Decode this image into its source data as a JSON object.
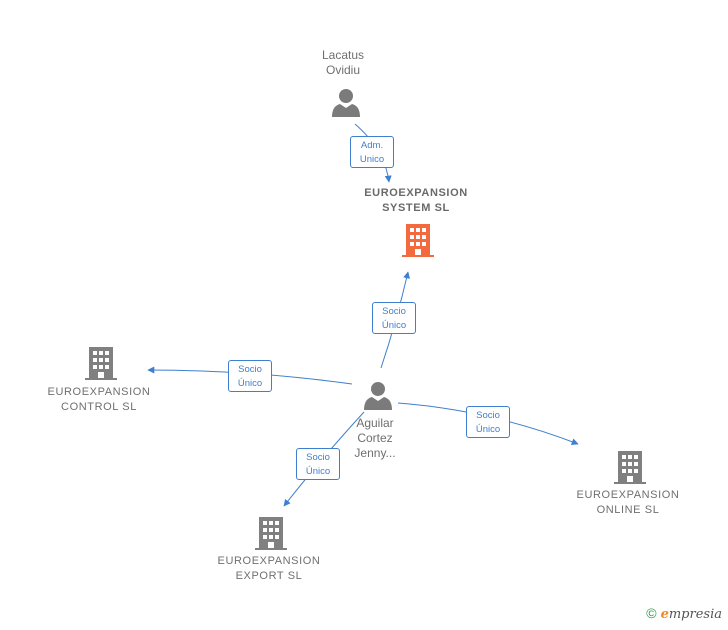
{
  "people": {
    "lacatus": {
      "line1": "Lacatus",
      "line2": "Ovidiu",
      "icon": "person-icon"
    },
    "aguilar": {
      "line1": "Aguilar",
      "line2": "Cortez",
      "line3": "Jenny...",
      "icon": "person-icon"
    }
  },
  "companies": {
    "system": {
      "line1": "EUROEXPANSION",
      "line2": "SYSTEM  SL",
      "icon": "building-icon",
      "color": "#f26a3d"
    },
    "control": {
      "line1": "EUROEXPANSION",
      "line2": "CONTROL  SL",
      "icon": "building-icon",
      "color": "#808080"
    },
    "export": {
      "line1": "EUROEXPANSION",
      "line2": "EXPORT  SL",
      "icon": "building-icon",
      "color": "#808080"
    },
    "online": {
      "line1": "EUROEXPANSION",
      "line2": "ONLINE  SL",
      "icon": "building-icon",
      "color": "#808080"
    }
  },
  "edges": {
    "adm": {
      "line1": "Adm.",
      "line2": "Unico"
    },
    "to_system": {
      "line1": "Socio",
      "line2": "Único"
    },
    "to_control": {
      "line1": "Socio",
      "line2": "Único"
    },
    "to_export": {
      "line1": "Socio",
      "line2": "Único"
    },
    "to_online": {
      "line1": "Socio",
      "line2": "Único"
    }
  },
  "colors": {
    "edge": "#3f7fd0",
    "text": "#6f6f6f"
  },
  "watermark": {
    "symbol": "©",
    "brand_initial": "e",
    "brand_rest": "mpresia"
  }
}
